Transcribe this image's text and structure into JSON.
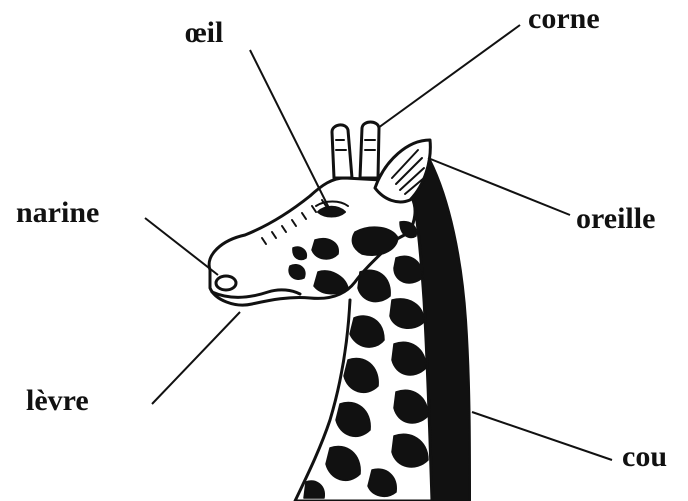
{
  "labels": {
    "oeil": "œil",
    "corne": "corne",
    "narine": "narine",
    "oreille": "oreille",
    "levre": "lèvre",
    "cou": "cou"
  },
  "colors": {
    "ink": "#111111",
    "background": "#ffffff"
  }
}
